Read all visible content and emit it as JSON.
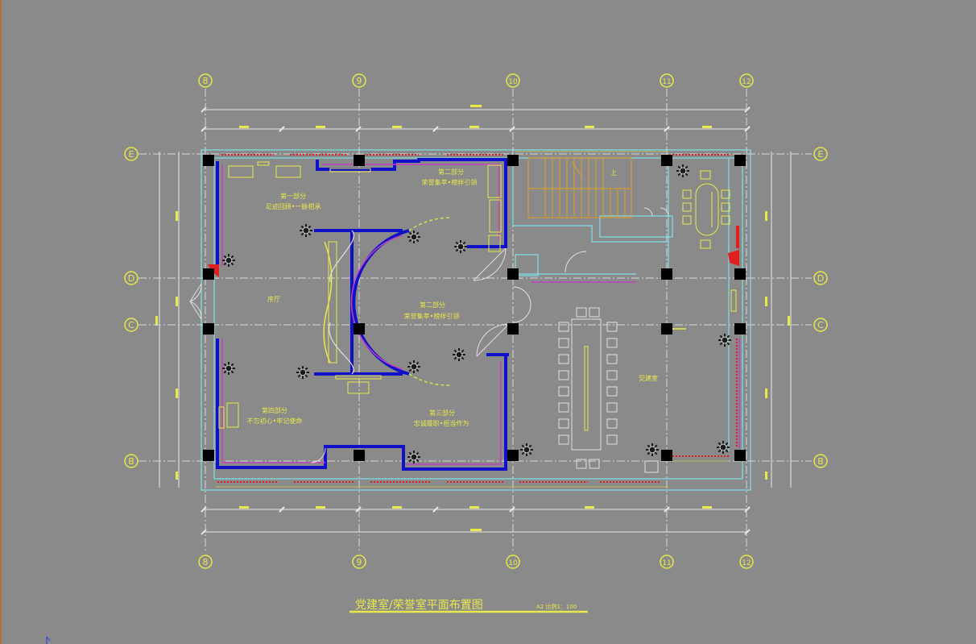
{
  "drawing": {
    "title": "党建室/荣誉室平面布置图",
    "scale": "A2 比例1：100"
  },
  "grid_columns": [
    {
      "label": "8"
    },
    {
      "label": "9"
    },
    {
      "label": "10"
    },
    {
      "label": "11"
    },
    {
      "label": "12"
    }
  ],
  "grid_rows": [
    {
      "label": "E"
    },
    {
      "label": "D"
    },
    {
      "label": "C"
    },
    {
      "label": "B"
    }
  ],
  "room_labels": {
    "part1_title": "第一部分",
    "part1_sub": "足迹回顾•一脉相承",
    "part2_top_title": "第二部分",
    "part2_top_sub": "荣誉集萃•榜样引领",
    "part2_title": "第二部分",
    "part2_sub": "荣誉集萃•榜样引领",
    "part3_title": "第三部分",
    "part3_sub": "忠诚履职•担当作为",
    "part4_title": "第四部分",
    "part4_sub": "不忘初心•牢记使命",
    "foyer": "序厅",
    "party_room": "党建室",
    "stair_up": "上"
  },
  "colors": {
    "background": "#8a8a8a",
    "axis_yellow": "#e8e84a",
    "wall_blue": "#1010c8",
    "magenta": "#c040c0",
    "cyan": "#80e0e8",
    "red": "#e02020",
    "stair_orange": "#e0a020",
    "column_black": "#000000"
  }
}
